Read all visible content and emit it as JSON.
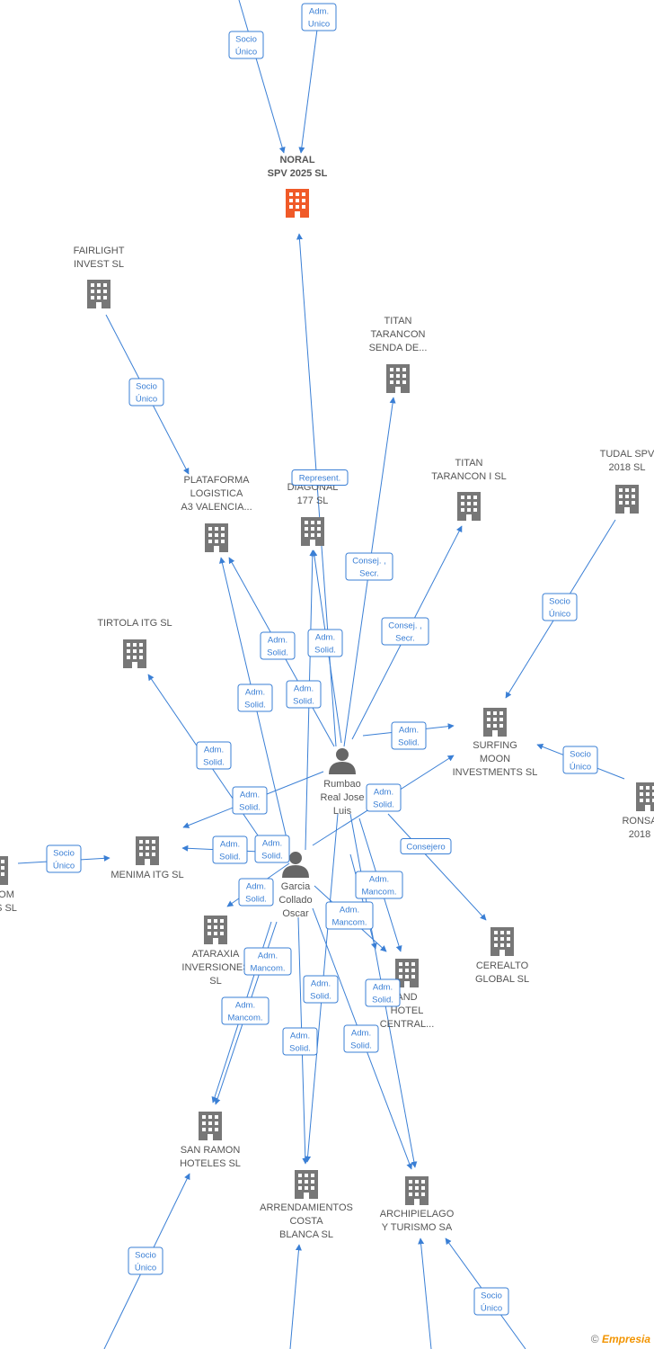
{
  "colors": {
    "edge": "#3a7fd5",
    "building": "#777777",
    "building_main": "#f05a28",
    "person": "#666666"
  },
  "nodes": [
    {
      "id": "noral",
      "type": "company",
      "main": true,
      "label": [
        "NORAL",
        "SPV 2025 SL"
      ]
    },
    {
      "id": "fairlight",
      "type": "company",
      "label": [
        "FAIRLIGHT",
        "INVEST SL"
      ]
    },
    {
      "id": "titan_senda",
      "type": "company",
      "label": [
        "TITAN",
        "TARANCON",
        "SENDA DE..."
      ]
    },
    {
      "id": "med_diagonal",
      "type": "company",
      "label": [
        "MED",
        "DIAGONAL",
        "177 SL"
      ]
    },
    {
      "id": "plataforma",
      "type": "company",
      "label": [
        "PLATAFORMA",
        "LOGISTICA",
        "A3 VALENCIA..."
      ]
    },
    {
      "id": "titan_i",
      "type": "company",
      "label": [
        "TITAN",
        "TARANCON I SL"
      ]
    },
    {
      "id": "tudal",
      "type": "company",
      "label": [
        "TUDAL SPV",
        "2018 SL"
      ]
    },
    {
      "id": "tirtola",
      "type": "company",
      "label": [
        "TIRTOLA ITG SL"
      ]
    },
    {
      "id": "surfing",
      "type": "company",
      "label": [
        "SURFING",
        "MOON",
        "INVESTMENTS SL"
      ]
    },
    {
      "id": "ronsa",
      "type": "company",
      "label": [
        "RONSA",
        "2018"
      ]
    },
    {
      "id": "menima",
      "type": "company",
      "label": [
        "MENIMA ITG SL"
      ]
    },
    {
      "id": "left_cut",
      "type": "company",
      "label": [
        "OM",
        "S SL"
      ]
    },
    {
      "id": "ataraxia",
      "type": "company",
      "label": [
        "ATARAXIA",
        "INVERSIONES",
        "SL"
      ]
    },
    {
      "id": "cerealto",
      "type": "company",
      "label": [
        "CEREALTO",
        "GLOBAL SL"
      ]
    },
    {
      "id": "grand_hotel",
      "type": "company",
      "label": [
        "AND",
        "HOTEL",
        "CENTRAL..."
      ]
    },
    {
      "id": "san_ramon",
      "type": "company",
      "label": [
        "SAN RAMON",
        "HOTELES SL"
      ]
    },
    {
      "id": "arrendamientos",
      "type": "company",
      "label": [
        "ARRENDAMIENTOS",
        "COSTA",
        "BLANCA SL"
      ]
    },
    {
      "id": "archipielago",
      "type": "company",
      "label": [
        "ARCHIPIELAGO",
        "Y TURISMO SA"
      ]
    },
    {
      "id": "rumbao",
      "type": "person",
      "label": [
        "Rumbao",
        "Real Jose",
        "Luis"
      ]
    },
    {
      "id": "garcia",
      "type": "person",
      "label": [
        "Garcia",
        "Collado",
        "Oscar"
      ]
    }
  ],
  "relations": [
    {
      "label": [
        "Socio",
        "Único"
      ]
    },
    {
      "label": [
        "Adm.",
        "Unico"
      ]
    },
    {
      "label": [
        "Socio",
        "Único"
      ]
    },
    {
      "label": [
        "Represent."
      ]
    },
    {
      "label": [
        "Consej. ,",
        "Secr."
      ]
    },
    {
      "label": [
        "Consej. ,",
        "Secr."
      ]
    },
    {
      "label": [
        "Socio",
        "Único"
      ]
    },
    {
      "label": [
        "Adm.",
        "Solid."
      ]
    },
    {
      "label": [
        "Adm.",
        "Solid."
      ]
    },
    {
      "label": [
        "Adm.",
        "Solid."
      ]
    },
    {
      "label": [
        "Adm.",
        "Solid."
      ]
    },
    {
      "label": [
        "Adm.",
        "Solid."
      ]
    },
    {
      "label": [
        "Adm.",
        "Solid."
      ]
    },
    {
      "label": [
        "Socio",
        "Único"
      ]
    },
    {
      "label": [
        "Adm.",
        "Solid."
      ]
    },
    {
      "label": [
        "Adm.",
        "Solid."
      ]
    },
    {
      "label": [
        "Adm.",
        "Solid."
      ]
    },
    {
      "label": [
        "Socio",
        "Único"
      ]
    },
    {
      "label": [
        "Adm.",
        "Solid."
      ]
    },
    {
      "label": [
        "Consejero"
      ]
    },
    {
      "label": [
        "Adm.",
        "Solid."
      ]
    },
    {
      "label": [
        "Adm.",
        "Mancom."
      ]
    },
    {
      "label": [
        "Adm.",
        "Mancom."
      ]
    },
    {
      "label": [
        "Adm.",
        "Mancom."
      ]
    },
    {
      "label": [
        "Adm.",
        "Solid."
      ]
    },
    {
      "label": [
        "Adm.",
        "Mancom."
      ]
    },
    {
      "label": [
        "Adm.",
        "Solid."
      ]
    },
    {
      "label": [
        "Adm.",
        "Solid."
      ]
    },
    {
      "label": [
        "Adm.",
        "Solid."
      ]
    },
    {
      "label": [
        "Socio",
        "Único"
      ]
    },
    {
      "label": [
        "Socio",
        "Único"
      ]
    }
  ],
  "watermark": {
    "copyright": "©",
    "brand": "Empresia"
  }
}
